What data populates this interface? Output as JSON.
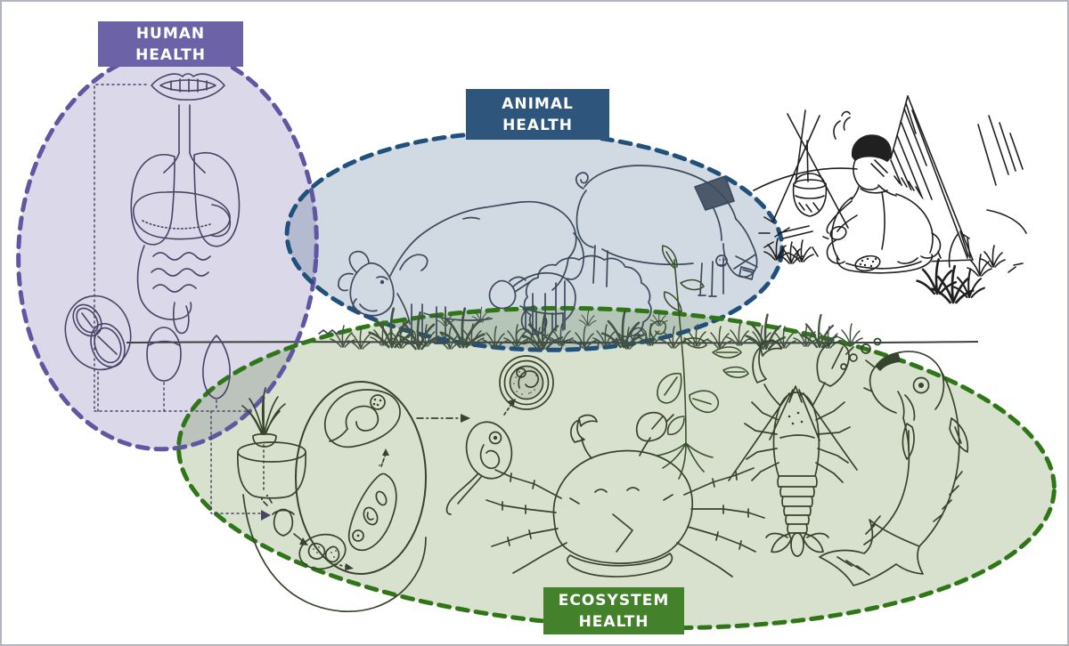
{
  "diagram": {
    "name": "One Health overlap diagram",
    "description": "Hand-drawn sketch of three overlapping dashed ellipses linking human, animal and ecosystem health, with a man cooking at a campsite outside the circles"
  },
  "labels": {
    "human": {
      "line1": "HUMAN",
      "line2": "HEALTH"
    },
    "animal": {
      "line1": "ANIMAL",
      "line2": "HEALTH"
    },
    "ecosystem": {
      "line1": "ECOSYSTEM",
      "line2": "HEALTH"
    }
  },
  "colors": {
    "human_label_bg": "#6b62a8",
    "human_outline": "#6057a2",
    "human_fill_tint": "#dad8e9",
    "animal_label_bg": "#2e567c",
    "animal_outline": "#20507c",
    "animal_fill_tint": "#d1dae3",
    "ecosystem_label_bg": "#43812a",
    "ecosystem_outline": "#2f7617",
    "ecosystem_fill_tint": "#d8e1ce",
    "label_text": "#ffffff"
  },
  "illustrations": {
    "human_zone": [
      "mouth-and-teeth",
      "lungs",
      "liver-and-stomach",
      "intestines",
      "parasite-eggs",
      "dotted-transmission-path"
    ],
    "animal_zone": [
      "cow",
      "calf",
      "sheep",
      "pig",
      "grass",
      "watercress-plant",
      "water-snails",
      "bone-debris"
    ],
    "ecosystem_zone": [
      "snail-life-cycle",
      "hatching-egg",
      "miracidium",
      "cercaria-larva",
      "metacercaria-cyst",
      "crab",
      "crayfish",
      "fish",
      "air-bubbles"
    ],
    "outside_zones": [
      "man-cooking",
      "tent",
      "tripod-and-pot",
      "campfire",
      "waterline"
    ]
  }
}
